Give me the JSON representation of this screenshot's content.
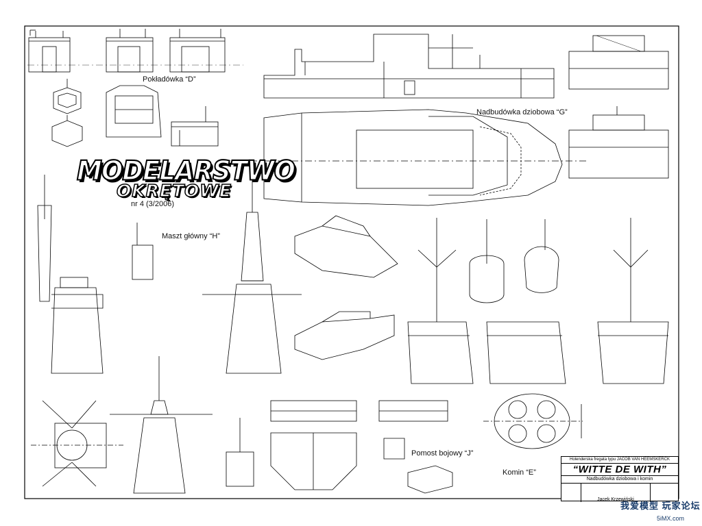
{
  "labels": {
    "pokladowka": "Pokładówka “D”",
    "nadbudowka": "Nadbudówka dziobowa “G”",
    "maszt": "Maszt główny “H”",
    "pomost": "Pomost bojowy “J”",
    "komin": "Komin “E”"
  },
  "brand": {
    "line1": "MODELARSTWO",
    "line2": "OKRĘTOWE",
    "issue": "nr 4 (3/2006)"
  },
  "title_block": {
    "subtitle": "Holenderska fregata typu JACOB VAN HEEMSKERCK",
    "ship_name": "“WITTE DE WITH”",
    "sheet_title": "Nadbudówka dziobowa i komin",
    "author": "Jacek Krzewiński"
  },
  "watermark": {
    "line1": "我爱模型 玩家论坛",
    "line2": "5iMX.com"
  }
}
